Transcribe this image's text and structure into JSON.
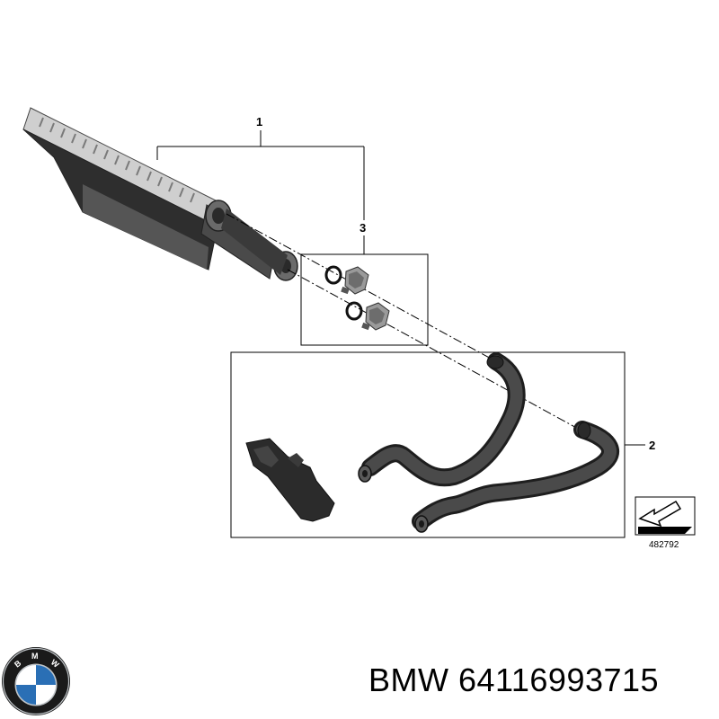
{
  "diagram": {
    "callouts": {
      "part1": "1",
      "part2": "2",
      "part3": "3"
    },
    "reference_number": "482792"
  },
  "footer": {
    "brand": "BMW",
    "part_number": "64116993715"
  },
  "logo": {
    "letters": "BMW",
    "colors": {
      "ring": "#1a1a1a",
      "blue": "#2a6fb5",
      "white": "#ffffff",
      "silver": "#bfc4c8"
    }
  },
  "colors": {
    "line": "#000000",
    "hose": "#3f3f3f",
    "heater_core": "#a9a9a9",
    "bracket": "#2b2b2b"
  }
}
